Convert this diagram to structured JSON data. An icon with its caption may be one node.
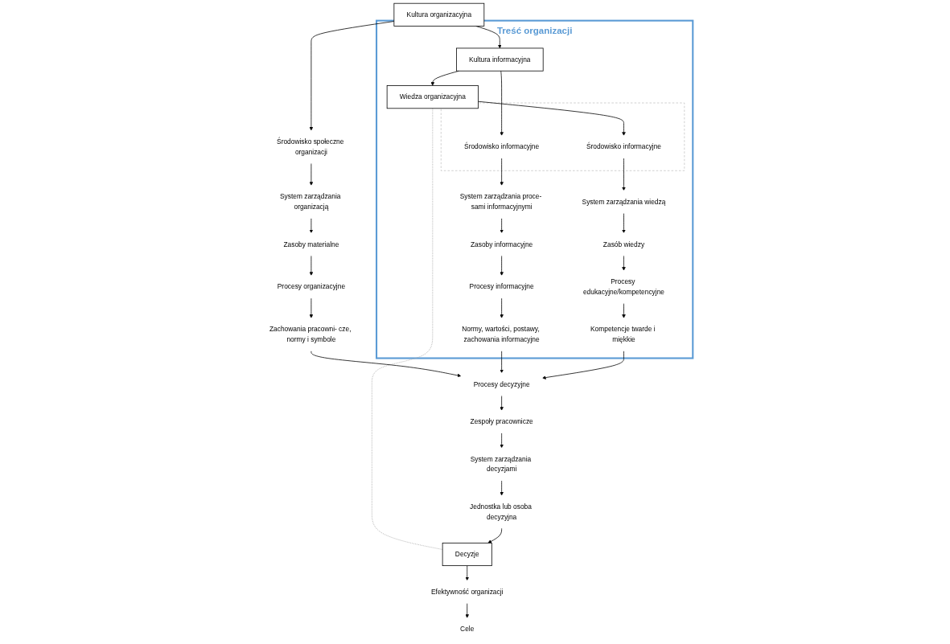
{
  "diagram": {
    "nodes": [
      {
        "text": [
          "Kultura organizacyjna"
        ]
      },
      {
        "text": [
          "Treść organizacji"
        ]
      },
      {
        "text": [
          "Kultura informacyjna"
        ],
        "in": 1
      },
      {
        "text": [
          "Wiedza organizacyjna"
        ],
        "in": 1
      },
      {
        "text": [],
        "shape": "box",
        "in": 1
      },
      {
        "text": [
          "Środowisko informacyjne"
        ],
        "in": 4
      },
      {
        "text": [
          "Środowisko informacyjne"
        ],
        "in": 4
      },
      {
        "text": [
          "Środowisko społeczne organizacji"
        ]
      },
      {
        "text": [
          "System zarządzania organizacją"
        ]
      },
      {
        "text": [
          "Zasoby materialne"
        ]
      },
      {
        "text": [
          "Procesy organizacyjne"
        ]
      },
      {
        "text": [
          "Zachowania pracowni- cze, normy i symbole"
        ]
      },
      {
        "text": [
          "System zarządzania proce- sami informacyjnymi"
        ],
        "in": 1
      },
      {
        "text": [
          "Zasoby informacyjne"
        ],
        "in": 1
      },
      {
        "text": [
          "Procesy informacyjne"
        ],
        "in": 1
      },
      {
        "text": [
          "Normy, wartości, postawy, zachowania informacyjne"
        ],
        "in": 1
      },
      {
        "text": [
          "System zarządzania wiedzą"
        ],
        "in": 1
      },
      {
        "text": [
          "Zasób wiedzy"
        ],
        "in": 1
      },
      {
        "text": [
          "Procesy edukacyjne/kompetencyjne"
        ],
        "in": 1
      },
      {
        "text": [
          "Kompetencje twarde i miękkie"
        ],
        "in": 1
      },
      {
        "text": [
          "Cele"
        ]
      },
      {
        "text": [
          "Efektywność organizacji"
        ]
      },
      {
        "text": [
          "Decyzje"
        ]
      },
      {
        "text": [
          "Jednostka lub osoba decyzyjna"
        ]
      },
      {
        "text": [
          "System zarządzania decyzjami"
        ]
      },
      {
        "text": [
          "Zespoły pracownicze"
        ]
      },
      {
        "text": [
          "Procesy decyzyjne"
        ]
      }
    ],
    "edges": [
      {
        "from": 0,
        "to": 2,
        "arrow": "to"
      },
      {
        "from": 0,
        "to": 7,
        "arrow": "to"
      },
      {
        "from": 2,
        "to": 3,
        "arrow": "to"
      },
      {
        "from": 2,
        "to": 5,
        "arrow": "to"
      },
      {
        "from": 3,
        "to": 6,
        "arrow": "to"
      },
      {
        "from": 3,
        "to": 22,
        "arrow": "none",
        "style": "dashed",
        "color": "#a6a6a6"
      },
      {
        "from": 7,
        "to": 8,
        "arrow": "to"
      },
      {
        "from": 8,
        "to": 9,
        "arrow": "to"
      },
      {
        "from": 9,
        "to": 10,
        "arrow": "to"
      },
      {
        "from": 10,
        "to": 11,
        "arrow": "to"
      },
      {
        "from": 5,
        "to": 12,
        "arrow": "to"
      },
      {
        "from": 12,
        "to": 13,
        "arrow": "to"
      },
      {
        "from": 13,
        "to": 14,
        "arrow": "to"
      },
      {
        "from": 14,
        "to": 15,
        "arrow": "to"
      },
      {
        "from": 6,
        "to": 16,
        "arrow": "to"
      },
      {
        "from": 16,
        "to": 17,
        "arrow": "to"
      },
      {
        "from": 17,
        "to": 18,
        "arrow": "to"
      },
      {
        "from": 18,
        "to": 19,
        "arrow": "to"
      },
      {
        "from": 26,
        "to": 25,
        "arrow": "to"
      },
      {
        "from": 25,
        "to": 24,
        "arrow": "to"
      },
      {
        "from": 24,
        "to": 23,
        "arrow": "to"
      },
      {
        "from": 23,
        "to": 22,
        "arrow": "to"
      },
      {
        "from": 22,
        "to": 21,
        "arrow": "to"
      },
      {
        "from": 21,
        "to": 20,
        "arrow": "to"
      },
      {
        "from": 11,
        "to": 26,
        "arrow": "to"
      },
      {
        "from": 15,
        "to": 26,
        "arrow": "to"
      },
      {
        "from": 19,
        "to": 26,
        "arrow": "to"
      }
    ]
  }
}
